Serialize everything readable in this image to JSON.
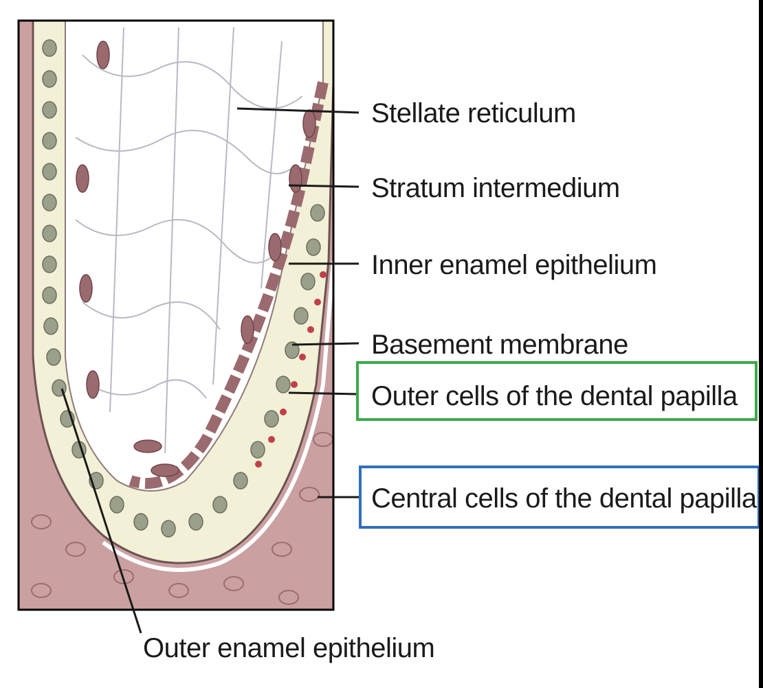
{
  "labels": {
    "stellate": "Stellate reticulum",
    "stratum": "Stratum intermedium",
    "inner_epi": "Inner enamel epithelium",
    "basement": "Basement membrane",
    "outer_cells": "Outer cells of the dental papilla",
    "central_cells": "Central cells of the dental papilla",
    "outer_epi": "Outer enamel epithelium"
  },
  "highlights": {
    "outer_cells_color": "#3da84a",
    "central_cells_color": "#2f6fbd"
  },
  "colors": {
    "papilla": "#caa0a1",
    "reticulum": "#ffffff",
    "epithelium": "#f2f0d6",
    "stratum": "#9b6a6e",
    "nucleus": "#9aa08c"
  }
}
